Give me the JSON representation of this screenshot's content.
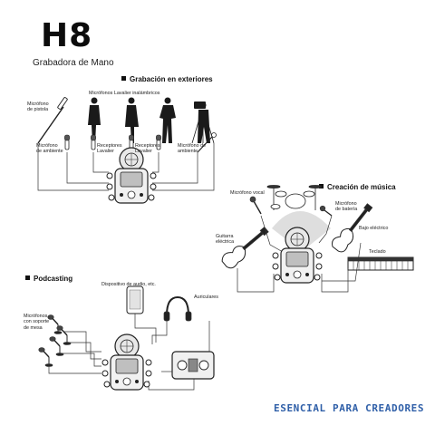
{
  "brand": {
    "model": "H8",
    "subtitle": "Grabadora de Mano"
  },
  "sections": {
    "outdoor": {
      "title": "Grabación en exteriores",
      "labels": {
        "shotgun_mic": "Micrófono\nde pistola",
        "lavalier_mics": "Micrófonos Lavalier inalámbricos",
        "ambient_mic_left": "Micrófono\nde ambiente",
        "receivers_left": "Receptores\nLavalier",
        "receivers_right": "Receptores\nLavalier",
        "ambient_mic_right": "Micrófono de\nambiente"
      }
    },
    "music": {
      "title": "Creación de música",
      "labels": {
        "vocal_mic": "Micrófono vocal",
        "drum_mic": "Micrófono\nde batería",
        "electric_bass": "Bajo eléctrico",
        "electric_guitar": "Guitarra\neléctrica",
        "keyboard": "Teclado"
      }
    },
    "podcasting": {
      "title": "Podcasting",
      "labels": {
        "audio_device": "Dispositivo de audio, etc.",
        "headphones": "Auriculares",
        "desk_mics": "Micrófonos\ncon soporte\nde mesa"
      }
    }
  },
  "tagline": "ESENCIAL PARA CREADORES",
  "colors": {
    "tagline": "#2f5fa8",
    "text": "#111111",
    "line": "#333333"
  }
}
